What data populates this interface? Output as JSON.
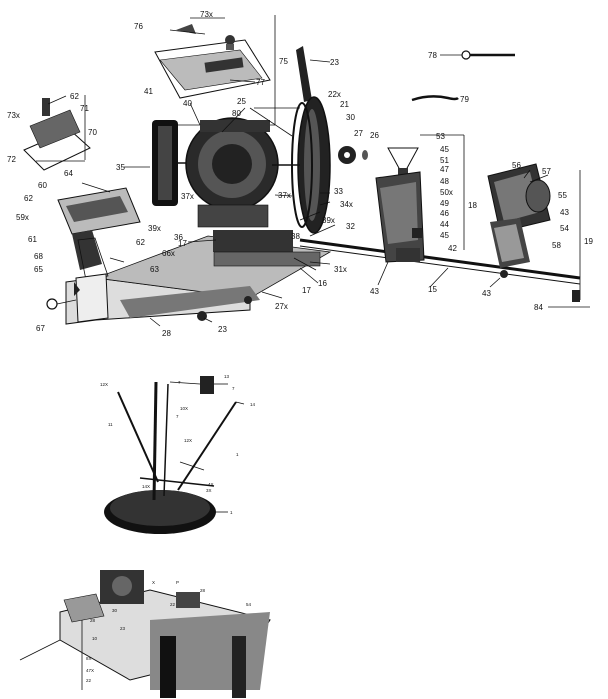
{
  "diagram": {
    "callouts": [
      {
        "id": "c73x-top",
        "text": "73x"
      },
      {
        "id": "c76",
        "text": "76"
      },
      {
        "id": "c75",
        "text": "75"
      },
      {
        "id": "c77",
        "text": "77"
      },
      {
        "id": "c23-top",
        "text": "23"
      },
      {
        "id": "c78",
        "text": "78"
      },
      {
        "id": "c79",
        "text": "79"
      },
      {
        "id": "c62-a",
        "text": "62"
      },
      {
        "id": "c71",
        "text": "71"
      },
      {
        "id": "c73x-left",
        "text": "73x"
      },
      {
        "id": "c70",
        "text": "70"
      },
      {
        "id": "c72",
        "text": "72"
      },
      {
        "id": "c41",
        "text": "41"
      },
      {
        "id": "c40",
        "text": "40"
      },
      {
        "id": "c25",
        "text": "25"
      },
      {
        "id": "c80",
        "text": "80"
      },
      {
        "id": "c22x",
        "text": "22x"
      },
      {
        "id": "c21",
        "text": "21"
      },
      {
        "id": "c30",
        "text": "30"
      },
      {
        "id": "c27",
        "text": "27"
      },
      {
        "id": "c26",
        "text": "26"
      },
      {
        "id": "c53",
        "text": "53"
      },
      {
        "id": "c45-a",
        "text": "45"
      },
      {
        "id": "c51",
        "text": "51"
      },
      {
        "id": "c35",
        "text": "35"
      },
      {
        "id": "c64",
        "text": "64"
      },
      {
        "id": "c60",
        "text": "60"
      },
      {
        "id": "c62-b",
        "text": "62"
      },
      {
        "id": "c59x",
        "text": "59x"
      },
      {
        "id": "c61",
        "text": "61"
      },
      {
        "id": "c68",
        "text": "68"
      },
      {
        "id": "c65",
        "text": "65"
      },
      {
        "id": "c67",
        "text": "67"
      },
      {
        "id": "c37x-a",
        "text": "37x"
      },
      {
        "id": "c39x-a",
        "text": "39x"
      },
      {
        "id": "c36",
        "text": "36"
      },
      {
        "id": "c37x-b",
        "text": "37x"
      },
      {
        "id": "c33",
        "text": "33"
      },
      {
        "id": "c34x",
        "text": "34x"
      },
      {
        "id": "c39x-b",
        "text": "39x"
      },
      {
        "id": "c32",
        "text": "32"
      },
      {
        "id": "c38",
        "text": "38"
      },
      {
        "id": "c17-a",
        "text": "17"
      },
      {
        "id": "c62-c",
        "text": "62"
      },
      {
        "id": "c66x",
        "text": "66x"
      },
      {
        "id": "c63",
        "text": "63"
      },
      {
        "id": "c16",
        "text": "16"
      },
      {
        "id": "c17-b",
        "text": "17"
      },
      {
        "id": "c31x",
        "text": "31x"
      },
      {
        "id": "c27x",
        "text": "27x"
      },
      {
        "id": "c23-bot",
        "text": "23"
      },
      {
        "id": "c28",
        "text": "28"
      },
      {
        "id": "c47",
        "text": "47"
      },
      {
        "id": "c48",
        "text": "48"
      },
      {
        "id": "c50x",
        "text": "50x"
      },
      {
        "id": "c49",
        "text": "49"
      },
      {
        "id": "c46",
        "text": "46"
      },
      {
        "id": "c44",
        "text": "44"
      },
      {
        "id": "c45-b",
        "text": "45"
      },
      {
        "id": "c42",
        "text": "42"
      },
      {
        "id": "c43-a",
        "text": "43"
      },
      {
        "id": "c15",
        "text": "15"
      },
      {
        "id": "c43-b",
        "text": "43"
      },
      {
        "id": "c18",
        "text": "18"
      },
      {
        "id": "c56",
        "text": "56"
      },
      {
        "id": "c57",
        "text": "57"
      },
      {
        "id": "c55",
        "text": "55"
      },
      {
        "id": "c43-c",
        "text": "43"
      },
      {
        "id": "c54",
        "text": "54"
      },
      {
        "id": "c58",
        "text": "58"
      },
      {
        "id": "c19",
        "text": "19"
      },
      {
        "id": "c84",
        "text": "84"
      }
    ]
  },
  "palette": {
    "ink": "#111111",
    "paper": "#ffffff",
    "shade": "#1a1a1a"
  }
}
